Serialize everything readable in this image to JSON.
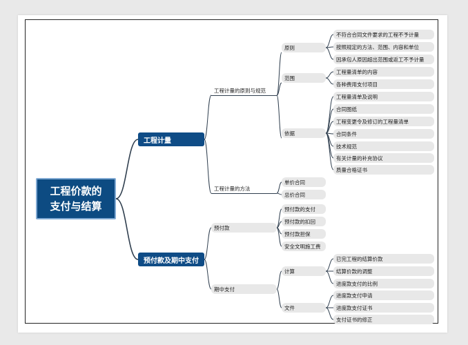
{
  "diagram": {
    "root": "工程价款的\n支付与结算",
    "branches": [
      {
        "label": "工程计量",
        "children": [
          {
            "label": "工程计量的原则与规范",
            "children": [
              {
                "label": "原则",
                "children": [
                  "不符合合同文件要求的工程不予计量",
                  "按照规定的方法、范围、内容和单位",
                  "因承包人原因超出范围或返工不予计量"
                ]
              },
              {
                "label": "范围",
                "children": [
                  "工程量清单的内容",
                  "各种费用支付项目"
                ]
              },
              {
                "label": "依据",
                "children": [
                  "工程量清单及说明",
                  "合同图纸",
                  "工程变更令及修订的工程量清单",
                  "合同条件",
                  "技术规范",
                  "有关计量的补充协议",
                  "质量合格证书"
                ]
              }
            ]
          },
          {
            "label": "工程计量的方法",
            "children": [
              "单价合同",
              "总价合同"
            ]
          }
        ]
      },
      {
        "label": "预付款及期中支付",
        "children": [
          {
            "label": "预付款",
            "children": [
              "预付款的支付",
              "预付款的扣回",
              "预付款担保",
              "安全文明施工费"
            ]
          },
          {
            "label": "期中支付",
            "children": [
              {
                "label": "计算",
                "children": [
                  "已完工程的结算价款",
                  "结算价款的调整",
                  "进度款支付的比例"
                ]
              },
              {
                "label": "文件",
                "children": [
                  "进度款支付申请",
                  "进度款支付证书",
                  "支付证书的修正"
                ]
              }
            ]
          }
        ]
      }
    ]
  },
  "colors": {
    "root": "#0d4b82",
    "branch": "#0f4c86",
    "line": "#2f3e4e",
    "leaf_bg": "#e8e8e8"
  }
}
